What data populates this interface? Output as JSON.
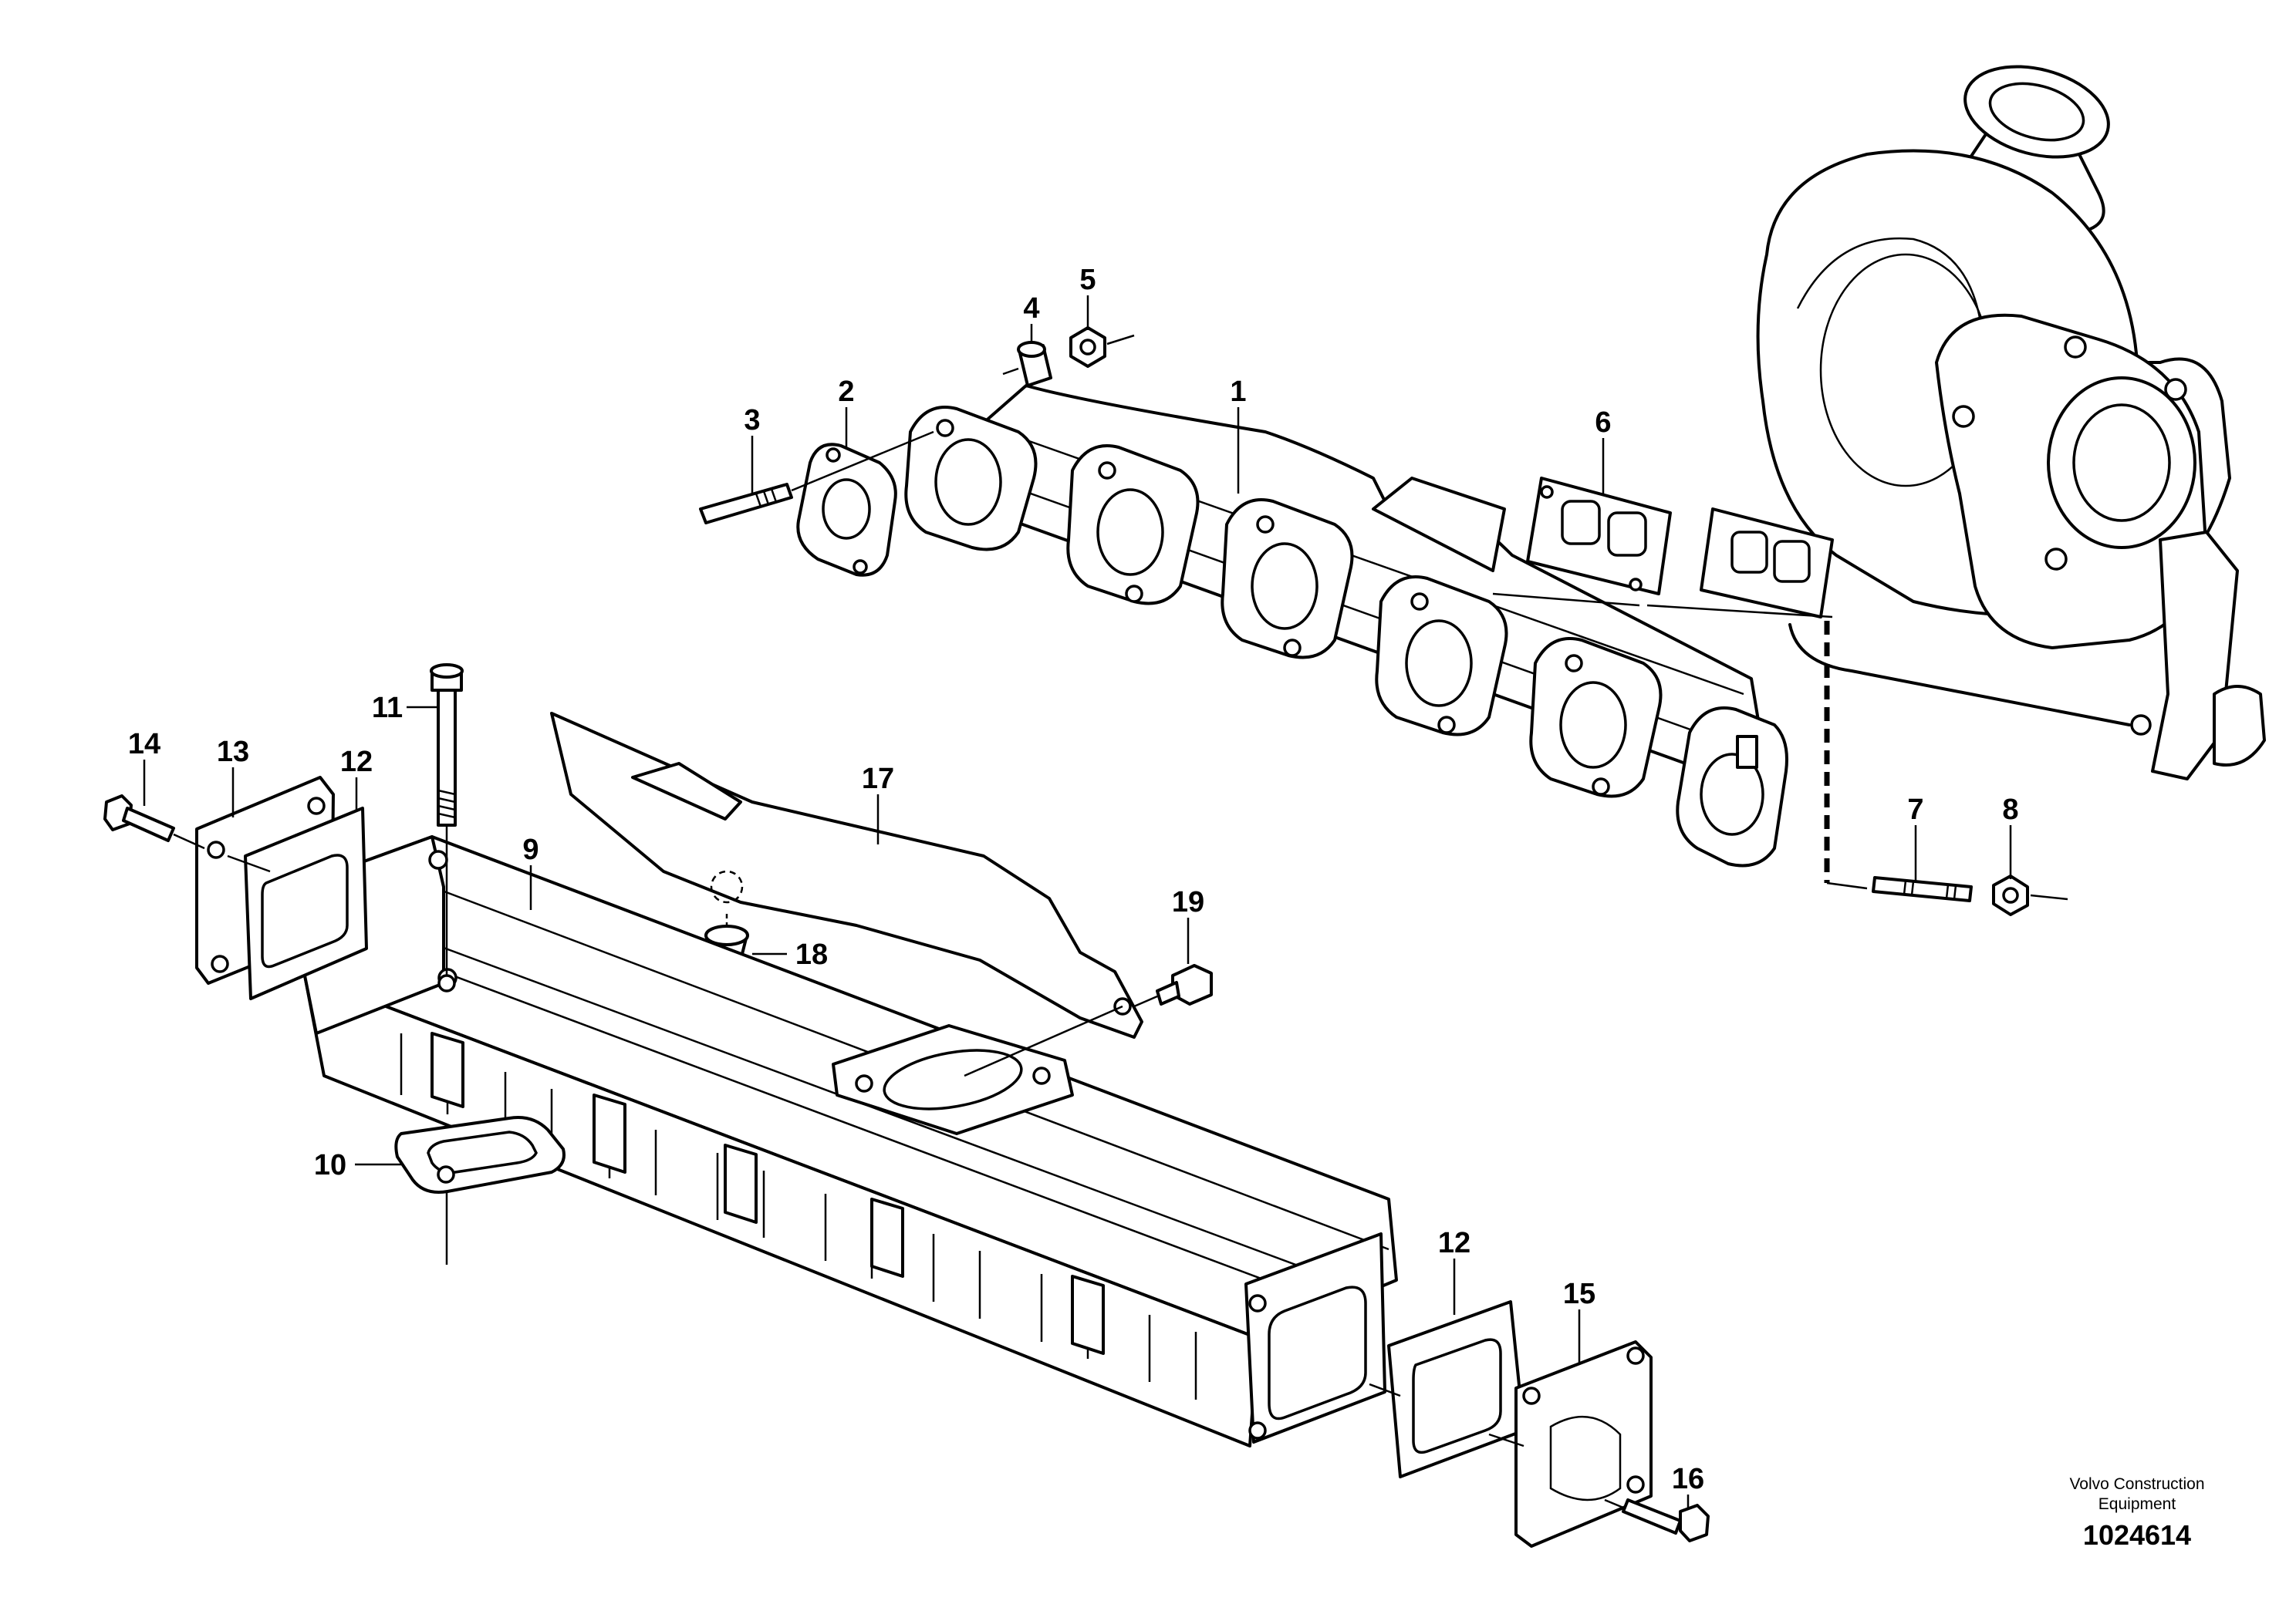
{
  "callouts": [
    {
      "id": "c1",
      "label": "1"
    },
    {
      "id": "c2",
      "label": "2"
    },
    {
      "id": "c3",
      "label": "3"
    },
    {
      "id": "c4",
      "label": "4"
    },
    {
      "id": "c5",
      "label": "5"
    },
    {
      "id": "c6",
      "label": "6"
    },
    {
      "id": "c7",
      "label": "7"
    },
    {
      "id": "c8",
      "label": "8"
    },
    {
      "id": "c9",
      "label": "9"
    },
    {
      "id": "c10",
      "label": "10"
    },
    {
      "id": "c11",
      "label": "11"
    },
    {
      "id": "c12a",
      "label": "12"
    },
    {
      "id": "c12b",
      "label": "12"
    },
    {
      "id": "c13",
      "label": "13"
    },
    {
      "id": "c14",
      "label": "14"
    },
    {
      "id": "c15",
      "label": "15"
    },
    {
      "id": "c16",
      "label": "16"
    },
    {
      "id": "c17",
      "label": "17"
    },
    {
      "id": "c18",
      "label": "18"
    },
    {
      "id": "c19",
      "label": "19"
    }
  ],
  "manufacturer": {
    "line1": "Volvo Construction",
    "line2": "Equipment"
  },
  "figure_number": "1024614",
  "colors": {
    "ink": "#000000",
    "paper": "#ffffff"
  }
}
